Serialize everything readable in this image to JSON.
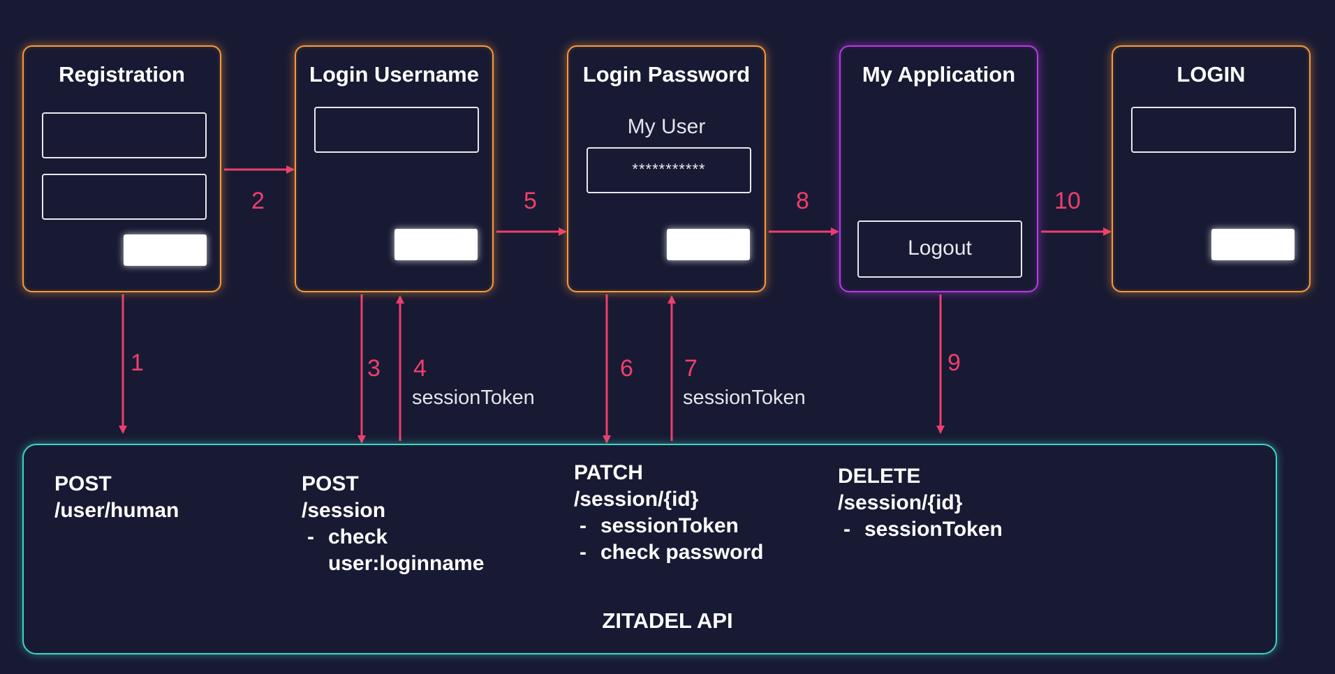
{
  "screens": {
    "registration": {
      "title": "Registration"
    },
    "login_username": {
      "title": "Login Username"
    },
    "login_password": {
      "title": "Login Password",
      "user": "My User",
      "password_mask": "***********"
    },
    "my_application": {
      "title": "My Application",
      "logout": "Logout"
    },
    "login": {
      "title": "LOGIN"
    }
  },
  "steps": [
    "1",
    "2",
    "3",
    "4",
    "5",
    "6",
    "7",
    "8",
    "9",
    "10"
  ],
  "token_labels": {
    "step4": "sessionToken",
    "step7": "sessionToken"
  },
  "api": {
    "title": "ZITADEL API",
    "endpoints": [
      {
        "method": "POST",
        "path": "/user/human"
      },
      {
        "method": "POST",
        "path": "/session",
        "items": [
          "check",
          "user:loginname"
        ]
      },
      {
        "method": "PATCH",
        "path": "/session/{id}",
        "items": [
          "sessionToken",
          "check password"
        ]
      },
      {
        "method": "DELETE",
        "path": "/session/{id}",
        "items": [
          "sessionToken"
        ]
      }
    ]
  },
  "colors": {
    "background": "#181a33",
    "screen_border": "#f79a3a",
    "app_border": "#b53ce0",
    "api_border": "#3cd6c6",
    "arrow": "#ee3f6c"
  }
}
